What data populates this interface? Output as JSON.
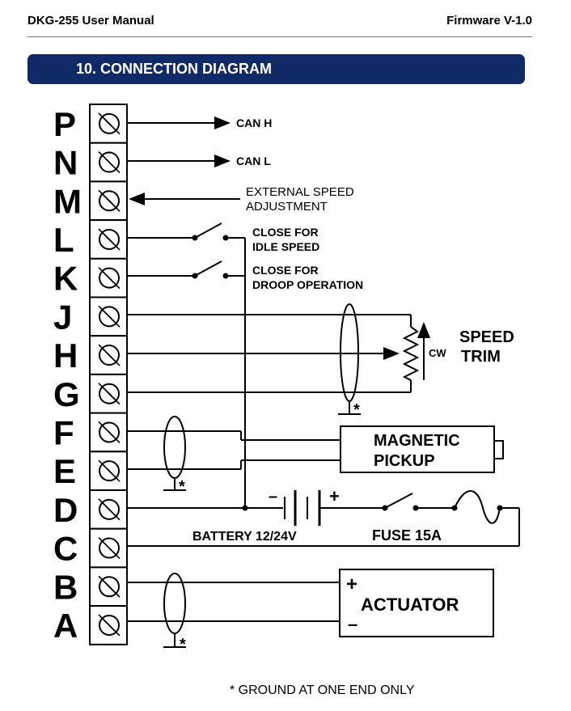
{
  "header": {
    "manual_title": "DKG-255 User Manual",
    "firmware": "Firmware V-1.0"
  },
  "section": {
    "title": "10. CONNECTION DIAGRAM"
  },
  "terminals": [
    "P",
    "N",
    "M",
    "L",
    "K",
    "J",
    "H",
    "G",
    "F",
    "E",
    "D",
    "C",
    "B",
    "A"
  ],
  "labels": {
    "can_h": "CAN H",
    "can_l": "CAN L",
    "ext_speed_1": "EXTERNAL SPEED",
    "ext_speed_2": "ADJUSTMENT",
    "idle_1": "CLOSE FOR",
    "idle_2": "IDLE SPEED",
    "droop_1": "CLOSE FOR",
    "droop_2": "DROOP OPERATION",
    "speed": "SPEED",
    "trim": "TRIM",
    "cw": "CW",
    "magnetic": "MAGNETIC",
    "pickup": "PICKUP",
    "battery": "BATTERY 12/24V",
    "fuse": "FUSE 15A",
    "actuator": "ACTUATOR",
    "plus": "+",
    "minus": "–",
    "star": "*",
    "ground_note": "* GROUND AT ONE END ONLY"
  }
}
